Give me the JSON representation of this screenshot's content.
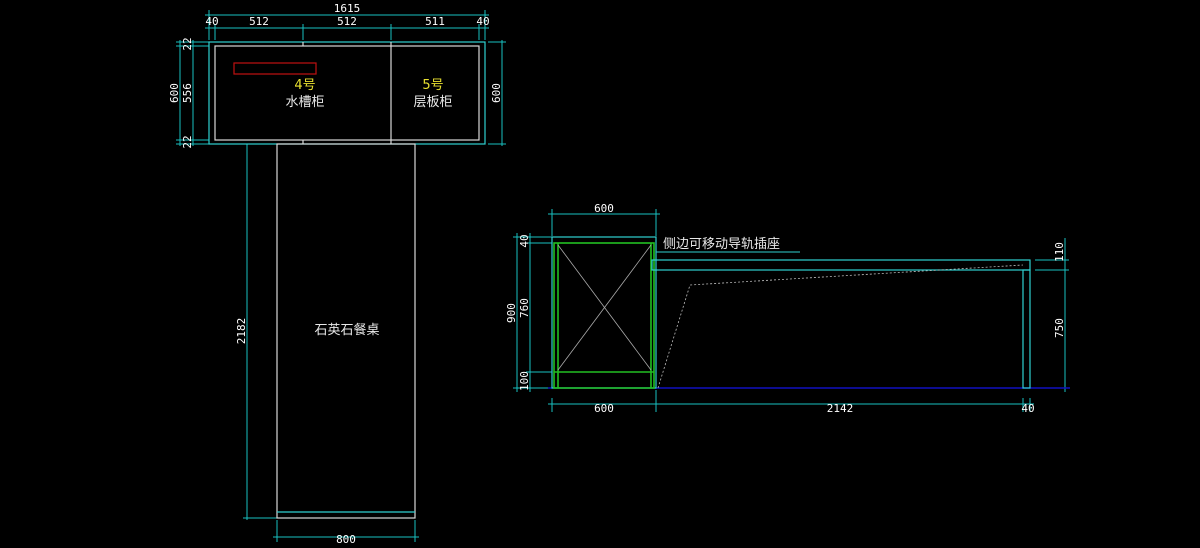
{
  "colors": {
    "background": "#000000",
    "dimension": "#19c0c0",
    "outline": "#2fd0d0",
    "white": "#d8d8d8",
    "green": "#22c022",
    "red": "#c01010",
    "yellow": "#e8e030",
    "baseline": "#1010c0"
  },
  "plan": {
    "dims": {
      "overall_width": "1615",
      "w_left_end": "40",
      "w1": "512",
      "w2": "512",
      "w3": "511",
      "w_right_end": "40",
      "left_total": "600",
      "left_inner": "556",
      "left_top": "22",
      "left_bottom": "22",
      "right_total": "600",
      "table_length": "2182",
      "table_width": "800"
    },
    "cabinet4": {
      "number": "4号",
      "name": "水槽柜"
    },
    "cabinet5": {
      "number": "5号",
      "name": "层板柜"
    },
    "table_label": "石英石餐桌"
  },
  "elevation": {
    "dims": {
      "top_width": "600",
      "total_height": "900",
      "top_thk": "40",
      "mid": "760",
      "base": "100",
      "right_top": "110",
      "right_height": "750",
      "bottom_cab": "600",
      "bottom_table": "2142",
      "bottom_leg": "40"
    },
    "callout": "侧边可移动导轨插座"
  }
}
